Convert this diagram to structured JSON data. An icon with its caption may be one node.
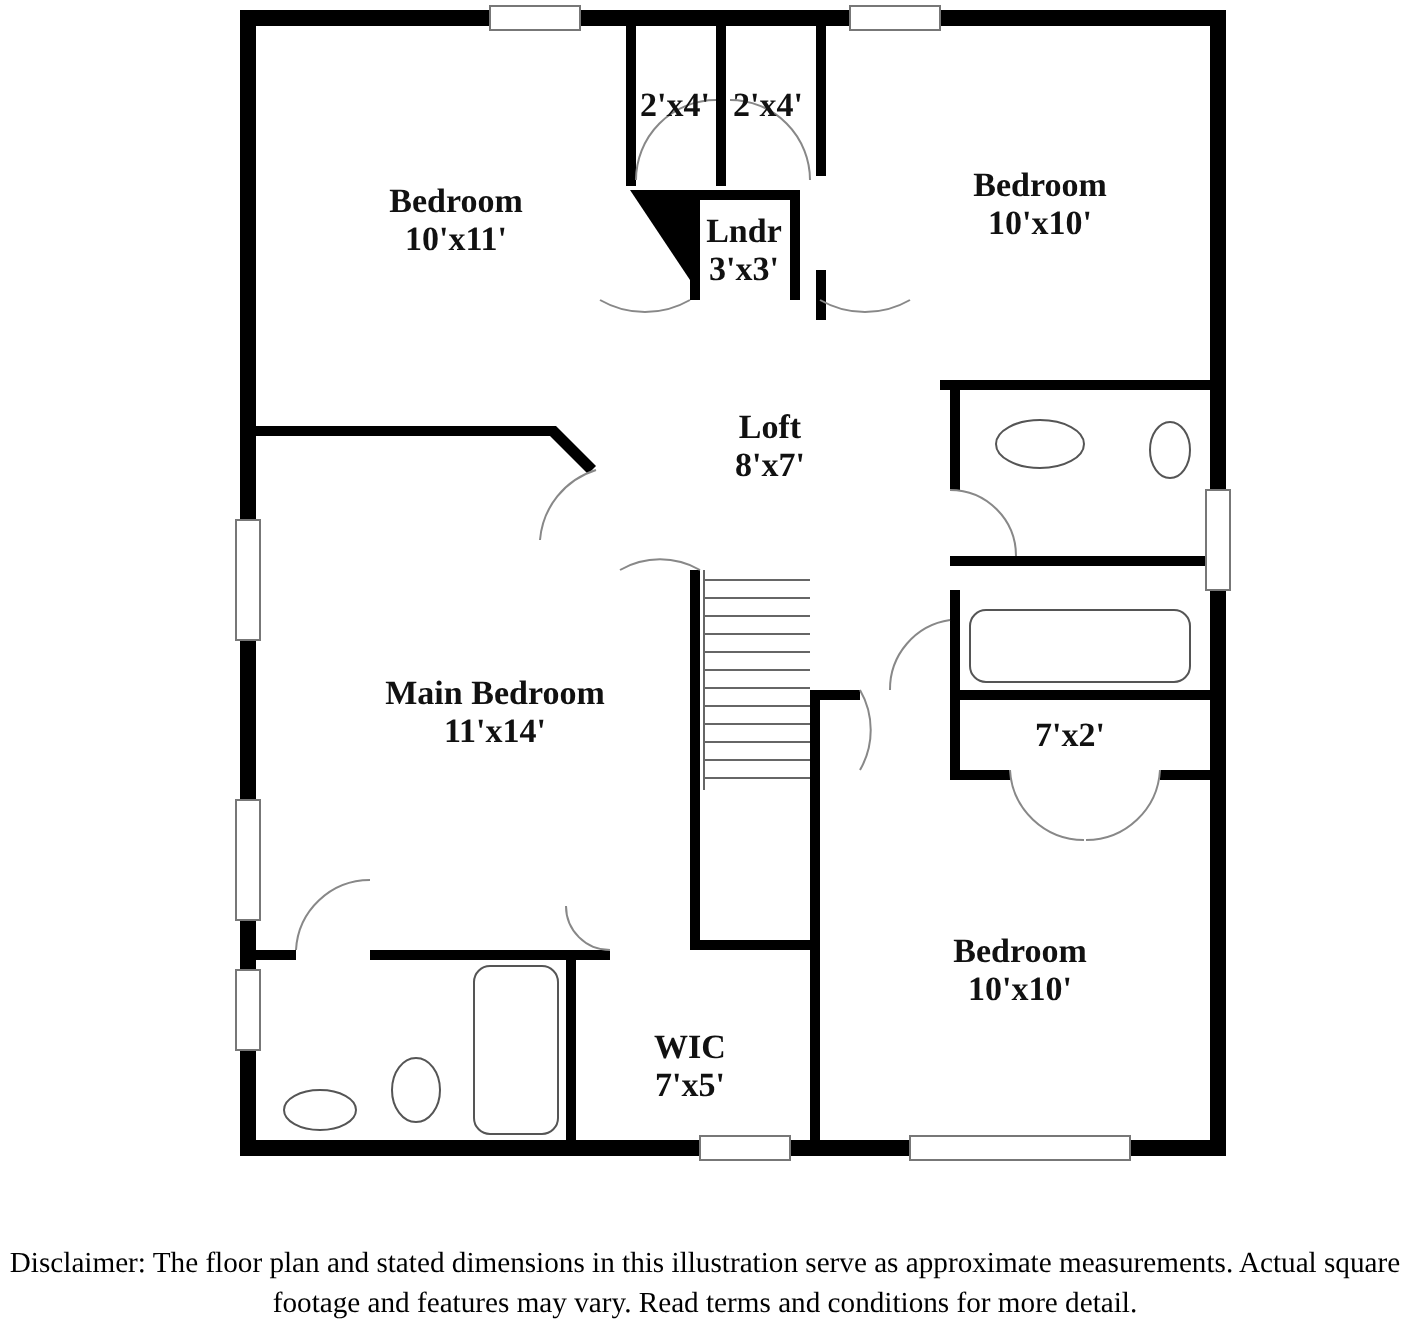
{
  "diagram": {
    "caption": "Disclaimer: The floor plan and stated dimensions in this illustration serve as approximate measurements. Actual square footage and features may vary. Read terms and conditions for more detail.",
    "nodes": [
      {
        "text": [
          "Bedroom",
          "10'x11'"
        ]
      },
      {
        "text": [
          "2'x4'"
        ]
      },
      {
        "text": [
          "2'x4'"
        ]
      },
      {
        "text": [
          "Bedroom",
          "10'x10'"
        ]
      },
      {
        "text": [
          "Lndr",
          "3'x3'"
        ]
      },
      {
        "text": [
          "Loft",
          "8'x7'"
        ]
      },
      {
        "text": [
          "Main Bedroom",
          "11'x14'"
        ]
      },
      {
        "text": [
          "7'x2'"
        ]
      },
      {
        "text": [
          "Bedroom",
          "10'x10'"
        ]
      },
      {
        "text": [
          "WIC",
          "7'x5'"
        ]
      }
    ]
  }
}
